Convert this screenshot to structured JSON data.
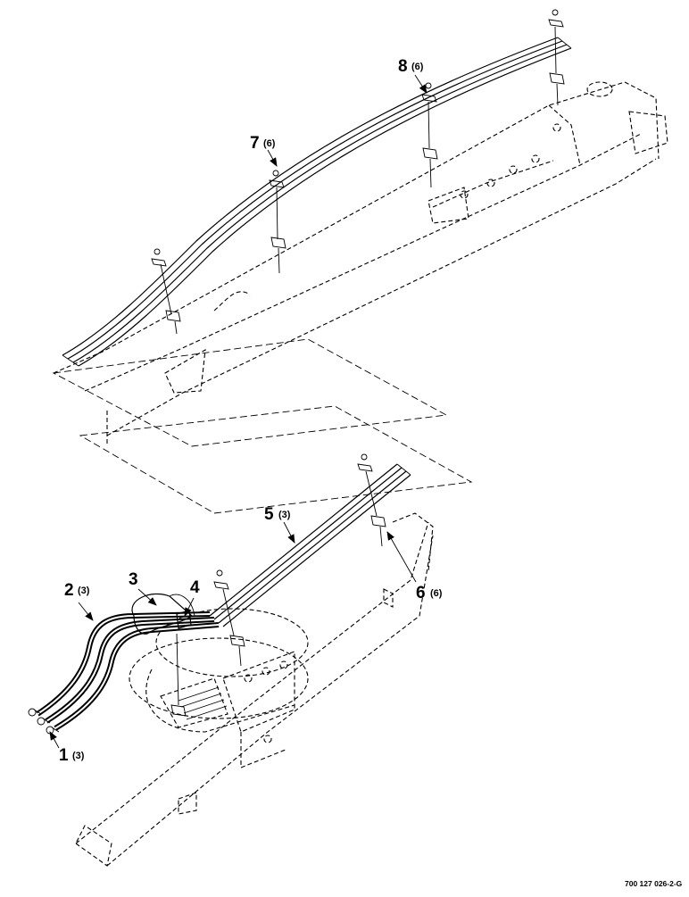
{
  "diagram": {
    "callouts": [
      {
        "id": "1",
        "qty": "(3)"
      },
      {
        "id": "2",
        "qty": "(3)"
      },
      {
        "id": "3",
        "qty": ""
      },
      {
        "id": "4",
        "qty": ""
      },
      {
        "id": "5",
        "qty": "(3)"
      },
      {
        "id": "6",
        "qty": "(6)"
      },
      {
        "id": "7",
        "qty": "(6)"
      },
      {
        "id": "8",
        "qty": "(6)"
      }
    ],
    "part_code": "700 127 026-2-G"
  }
}
